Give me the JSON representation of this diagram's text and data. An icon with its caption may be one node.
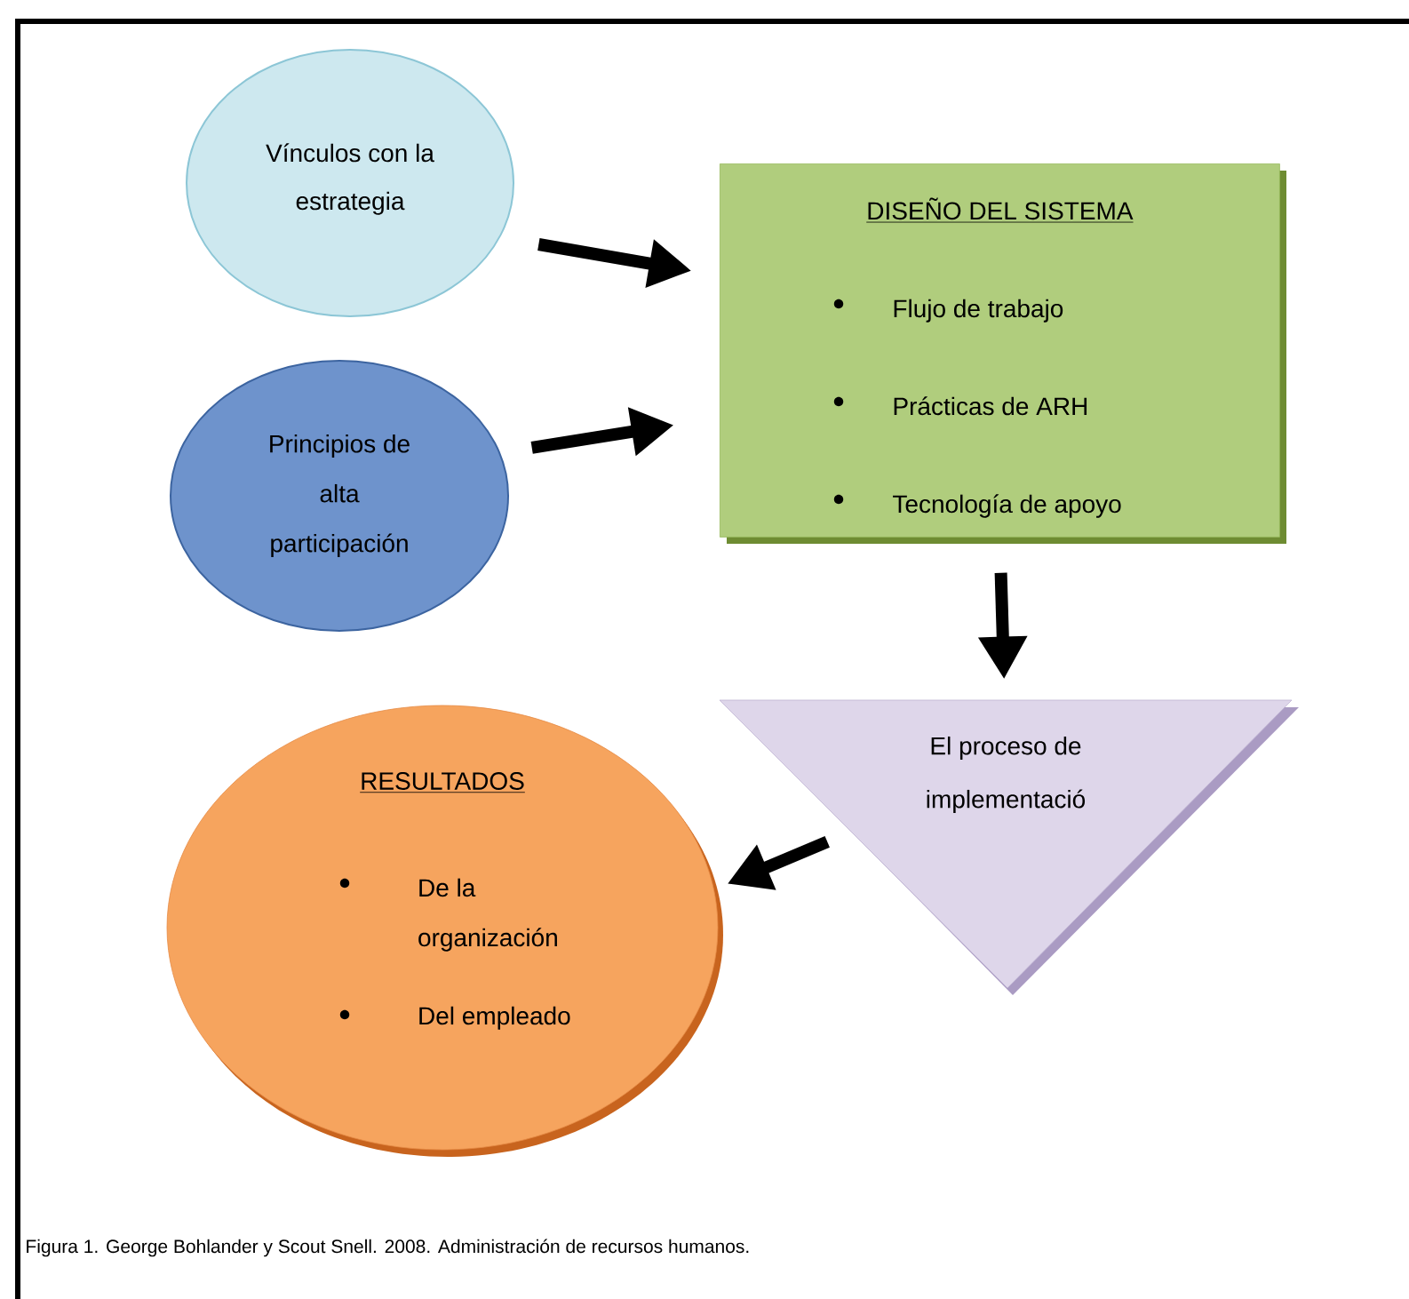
{
  "diagram": {
    "caption": "Figura 1. George Bohlander y Scout Snell. 2008. Administración de recursos humanos.",
    "nodes": [
      {
        "text": [
          "Vínculos con la estrategia"
        ]
      },
      {
        "text": [
          "Principios de alta participación"
        ]
      },
      {
        "text": [
          "DISEÑO DEL SISTEMA",
          "Flujo de trabajo",
          "Prácticas de ARH",
          "Tecnología de apoyo"
        ]
      },
      {
        "text": [
          "El proceso de implementació"
        ]
      },
      {
        "text": [
          "RESULTADOS",
          "De la organización",
          "Del empleado"
        ]
      }
    ],
    "edges": [
      {
        "from": 0,
        "to": 2,
        "arrow": "to"
      },
      {
        "from": 1,
        "to": 2,
        "arrow": "to"
      },
      {
        "from": 2,
        "to": 3,
        "arrow": "to"
      },
      {
        "from": 3,
        "to": 4,
        "arrow": "to"
      }
    ]
  }
}
